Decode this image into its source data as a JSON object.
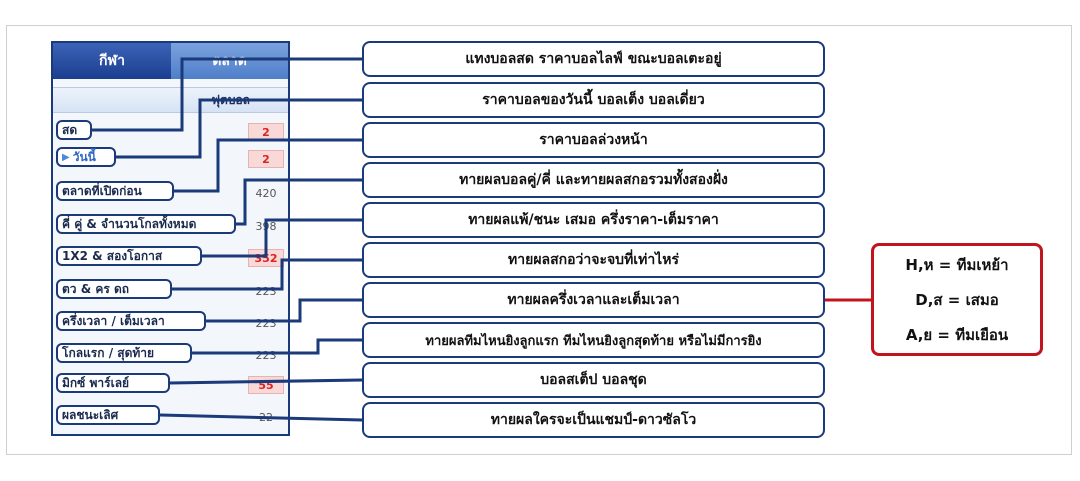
{
  "panel": {
    "tabs": [
      "กีฬา",
      "ตลาด"
    ],
    "subheader": "ฟุตบอล",
    "items": [
      {
        "label": "สด",
        "count": "2",
        "highlight": true
      },
      {
        "label": "วันนี้",
        "count": "2",
        "highlight": true,
        "active": true
      },
      {
        "label": "ตลาดที่เปิดก่อน",
        "count": "420",
        "highlight": false
      },
      {
        "label": "คี่ คู่ & จำนวนโกลทั้งหมด",
        "count": "398",
        "highlight": false
      },
      {
        "label": "1X2 & สองโอกาส",
        "count": "352",
        "highlight": true
      },
      {
        "label": "ตว & คร ดถ",
        "count": "223",
        "highlight": false
      },
      {
        "label": "ครึ่งเวลา / เต็มเวลา",
        "count": "223",
        "highlight": false
      },
      {
        "label": "โกลแรก / สุดท้าย",
        "count": "223",
        "highlight": false
      },
      {
        "label": "มิกซ์ พาร์เลย์",
        "count": "55",
        "highlight": true
      },
      {
        "label": "ผลชนะเลิศ",
        "count": "22",
        "highlight": false
      }
    ]
  },
  "callouts": [
    "แทงบอลสด ราคาบอลไลฟ์ ขณะบอลเตะอยู่",
    "ราคาบอลของวันนี้ บอลเต็ง บอลเดี่ยว",
    "ราคาบอลล่วงหน้า",
    "ทายผลบอลคู่/คี่ และทายผลสกอรวมทั้งสองฝั่ง",
    "ทายผลแพ้/ชนะ เสมอ ครึ่งราคา-เต็มราคา",
    "ทายผลสกอว่าจะจบที่เท่าไหร่",
    "ทายผลครึ่งเวลาและเต็มเวลา",
    "ทายผลทีมไหนยิงลูกแรก ทีมไหนยิงลูกสุดท้าย หรือไม่มีการยิง",
    "บอลสเต็ป บอลชุด",
    "ทายผลใครจะเป็นแชมป์-ดาวซัลโว"
  ],
  "legend": [
    "H,ห = ทีมเหย้า",
    "D,ส = เสมอ",
    "A,ย = ทีมเยือน"
  ],
  "colors": {
    "navy": "#1a3a7a",
    "red": "#c0141e"
  }
}
